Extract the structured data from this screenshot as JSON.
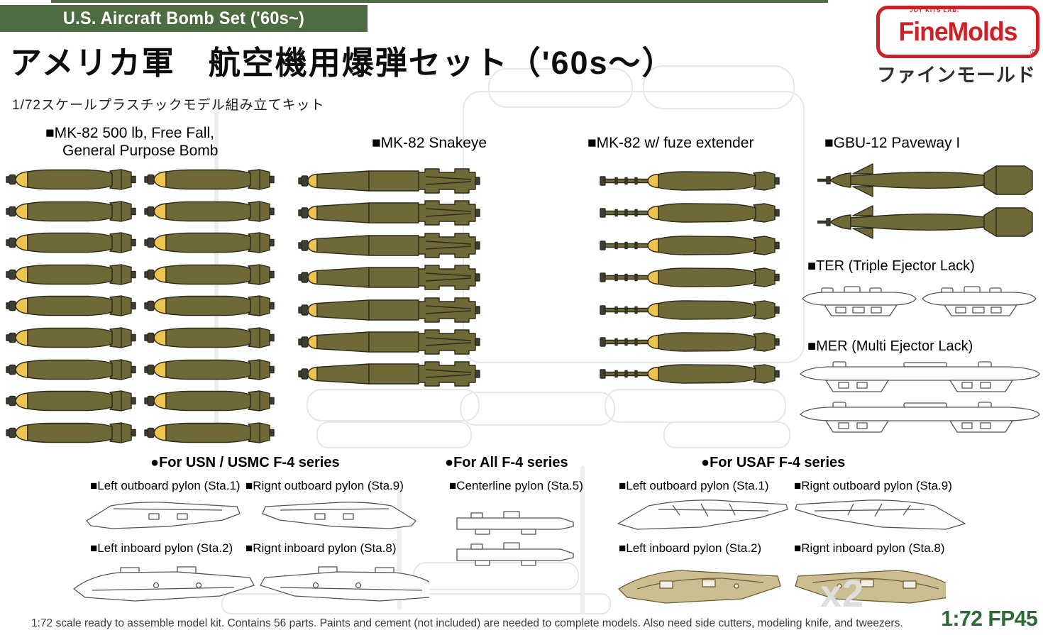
{
  "banner": {
    "title": "U.S. Aircraft Bomb Set ('60s~)"
  },
  "header": {
    "title_jp": "アメリカ軍　航空機用爆弾セット（'60s～）",
    "subtitle_jp": "1/72スケールプラスチックモデル組み立てキット"
  },
  "brand": {
    "logo_text": "FineMolds",
    "logo_small": "JOY KITS LAB.",
    "registered": "®",
    "name_jp": "ファインモールド"
  },
  "sections": {
    "mk82": {
      "label_line1": "■MK-82 500 lb, Free Fall,",
      "label_line2": "General Purpose Bomb",
      "count": 18
    },
    "snakeye": {
      "label": "■MK-82 Snakeye",
      "count": 7
    },
    "fuze": {
      "label": "■MK-82 w/ fuze extender",
      "count": 7
    },
    "gbu12": {
      "label": "■GBU-12 Paveway I",
      "count": 2
    },
    "ter": {
      "label": "■TER (Triple Ejector Lack)",
      "count": 2
    },
    "mer": {
      "label": "■MER (Multi Ejector Lack)",
      "count": 2
    }
  },
  "pylons": {
    "usn_header": "●For USN / USMC F-4 series",
    "all_header": "●For All F-4 series",
    "usaf_header": "●For USAF F-4 series",
    "left_outboard": "■Left outboard pylon (Sta.1)",
    "right_outboard": "■Rignt outboard pylon (Sta.9)",
    "centerline": "■Centerline pylon (Sta.5)",
    "left_inboard": "■Left inboard pylon (Sta.2)",
    "right_inboard": "■Rignt inboard pylon (Sta.8)"
  },
  "footer": {
    "note": "1:72 scale ready to assemble model kit. Contains 56 parts. Paints and cement (not included) are needed to complete models. Also need side cutters, modeling knife, and tweezers.",
    "multiplier": "x2",
    "scale_code": "1:72 FP45"
  },
  "colors": {
    "green": "#4e6c41",
    "codegreen": "#2d6b35",
    "red": "#cf2027",
    "olive": "#6e6937",
    "yellow": "#eec450",
    "dark": "#3f3e35",
    "outline": "#2e2c1c",
    "lineart": "#555555",
    "tan": "#cdbe91",
    "tanline": "#6a5d38"
  }
}
